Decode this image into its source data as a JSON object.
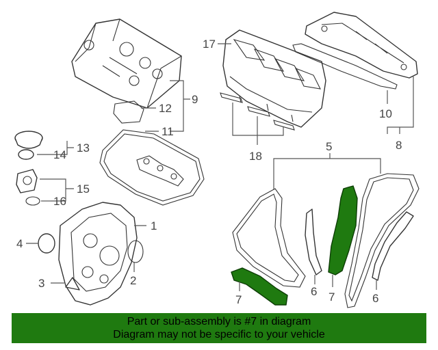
{
  "callouts": {
    "c1": "1",
    "c2": "2",
    "c3": "3",
    "c4": "4",
    "c5": "5",
    "c6a": "6",
    "c6b": "6",
    "c7a": "7",
    "c7b": "7",
    "c8": "8",
    "c9": "9",
    "c10": "10",
    "c11": "11",
    "c12": "12",
    "c13": "13",
    "c14": "14",
    "c15": "15",
    "c16": "16",
    "c17": "17",
    "c18": "18"
  },
  "banner": {
    "line1": "Part or sub-assembly is #7 in diagram",
    "line2": "Diagram may not be specific to your vehicle"
  },
  "colors": {
    "highlight": "#1f7a10",
    "banner_bg": "#1f7a10",
    "line": "#333333"
  }
}
